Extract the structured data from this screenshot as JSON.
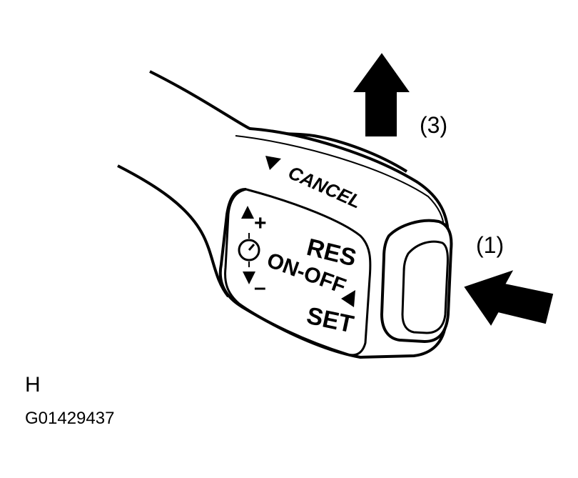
{
  "switch_labels": {
    "cancel": "CANCEL",
    "res": "RES",
    "on_off": "ON-OFF",
    "set": "SET",
    "plus": "+",
    "minus": "–"
  },
  "callouts": {
    "push": "(1)",
    "pull": "(3)"
  },
  "footer": {
    "letter": "H",
    "figure_id": "G01429437"
  },
  "colors": {
    "line": "#000000",
    "background": "#ffffff"
  },
  "icons": [
    "arrow-up-icon",
    "arrow-left-icon",
    "speedometer-icon"
  ]
}
